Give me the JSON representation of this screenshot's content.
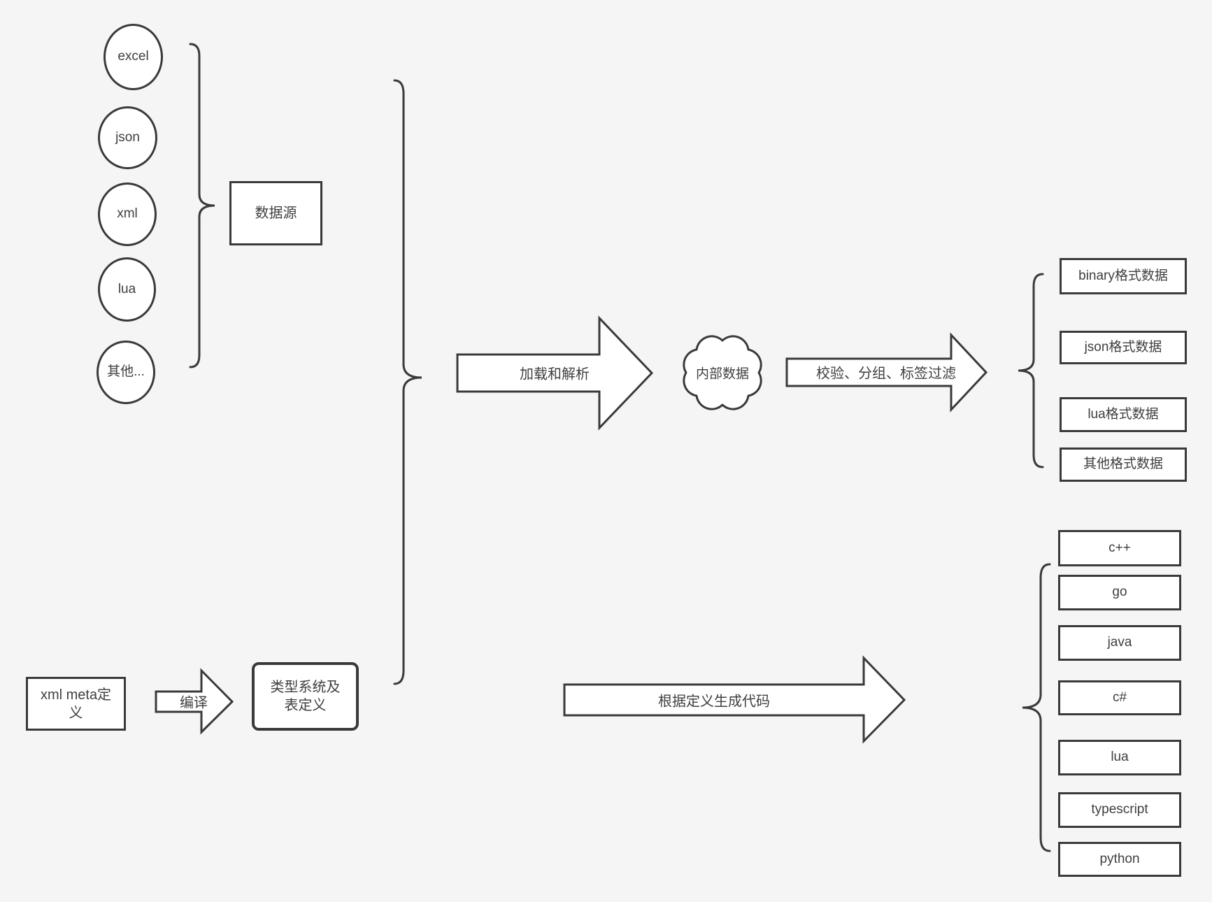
{
  "sources": {
    "box_label": "数据源",
    "items": [
      "excel",
      "json",
      "xml",
      "lua",
      "其他..."
    ]
  },
  "cloud": {
    "label": "内部数据"
  },
  "arrows": {
    "load_parse": {
      "label": "加载和解析"
    },
    "validate_filter": {
      "label": "校验、分组、标签过滤"
    },
    "compile": {
      "label": "编译"
    },
    "generate_code": {
      "label": "根据定义生成代码"
    }
  },
  "meta_boxes": {
    "xml_meta": "xml meta定义",
    "type_system": "类型系统及表定义"
  },
  "outputs": {
    "data_formats": [
      "binary格式数据",
      "json格式数据",
      "lua格式数据",
      "其他格式数据"
    ],
    "languages": [
      "c++",
      "go",
      "java",
      "c#",
      "lua",
      "typescript",
      "python"
    ]
  },
  "colors": {
    "background": "#f5f5f5",
    "shape_fill": "#ffffff",
    "stroke": "#3a3a3a",
    "text": "#3f3f3f"
  }
}
